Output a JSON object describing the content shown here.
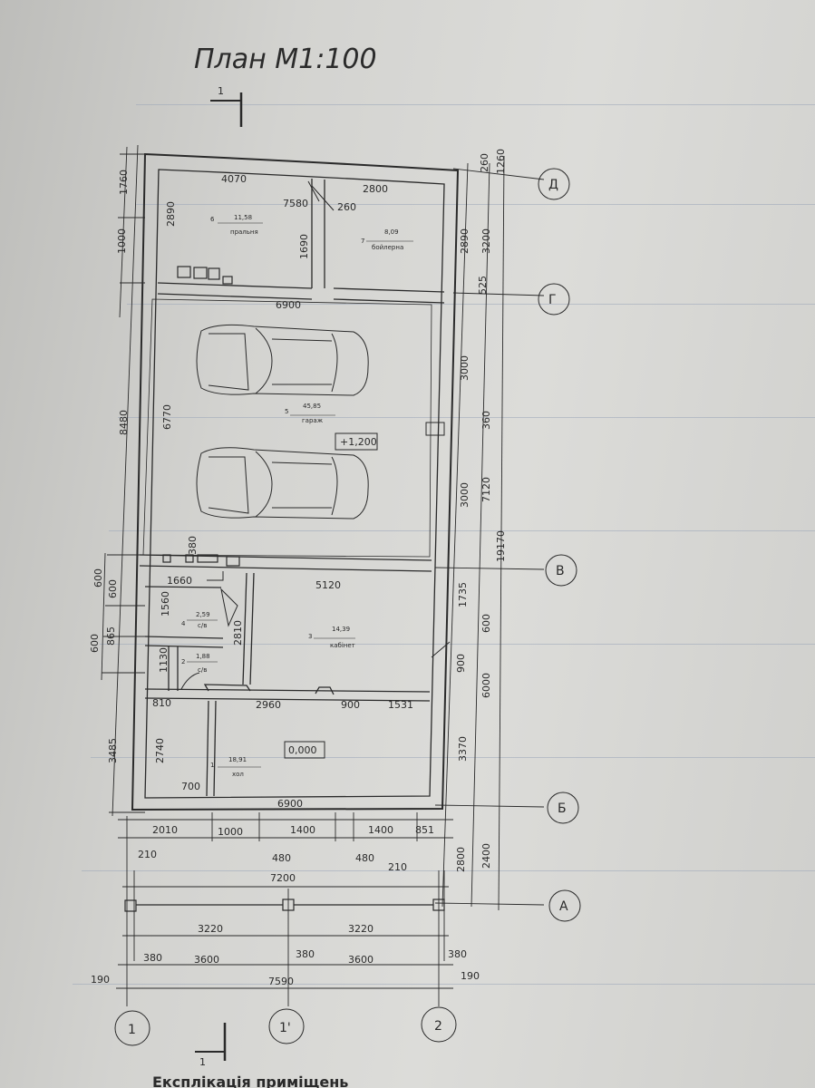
{
  "title": "План М1:100",
  "section_mark": "1",
  "footer_text": "Експлікація приміщень",
  "axes_letters": [
    "Д",
    "Г",
    "В",
    "Б",
    "А"
  ],
  "axes_numbers": [
    "1",
    "1'",
    "2"
  ],
  "rooms": [
    {
      "num": "6",
      "area": "11,58",
      "name": "пральня"
    },
    {
      "num": "7",
      "area": "8,09",
      "name": "бойлерна"
    },
    {
      "num": "5",
      "area": "45,85",
      "name": "гараж"
    },
    {
      "num": "4",
      "area": "2,59",
      "name": "с/в"
    },
    {
      "num": "3",
      "area": "14,39",
      "name": "кабінет"
    },
    {
      "num": "2",
      "area": "1,88",
      "name": "с/в"
    },
    {
      "num": "1",
      "area": "18,91",
      "name": "хол"
    }
  ],
  "levels": {
    "garage": "+1,200",
    "hall": "0,000"
  },
  "dims": {
    "d_4070": "4070",
    "d_2800": "2800",
    "d_7580": "7580",
    "d_260": "260",
    "d_2890a": "2890",
    "d_1690": "1690",
    "d_6900a": "6900",
    "d_6770": "6770",
    "d_380a": "380",
    "d_1660": "1660",
    "d_5120": "5120",
    "d_1560": "1560",
    "d_2810": "2810",
    "d_1130": "1130",
    "d_810": "810",
    "d_2960": "2960",
    "d_900a": "900",
    "d_1531": "1531",
    "d_2740": "2740",
    "d_700": "700",
    "d_6900b": "6900",
    "l_1760": "1760",
    "l_1000": "1000",
    "l_8480": "8480",
    "l_600a": "600",
    "l_600b": "600",
    "l_865": "865",
    "l_3485": "3485",
    "r_260": "260",
    "r_1260": "1260",
    "r_2890": "2890",
    "r_3200": "3200",
    "r_525": "525",
    "r_3000a": "3000",
    "r_360": "360",
    "r_7120": "7120",
    "r_3000b": "3000",
    "r_19170": "19170",
    "r_1735": "1735",
    "r_600": "600",
    "r_900": "900",
    "r_6000": "6000",
    "r_3370": "3370",
    "r_2800": "2800",
    "r_2400": "2400",
    "b_2010": "2010",
    "b_1000": "1000",
    "b_1400a": "1400",
    "b_1400b": "1400",
    "b_851": "851",
    "b_210a": "210",
    "b_480a": "480",
    "b_480b": "480",
    "b_210b": "210",
    "b_7200": "7200",
    "b_3220a": "3220",
    "b_3220b": "3220",
    "b_380a": "380",
    "b_3600a": "3600",
    "b_380b": "380",
    "b_3600b": "3600",
    "b_380c": "380",
    "b_190a": "190",
    "b_7590": "7590",
    "b_190b": "190"
  }
}
